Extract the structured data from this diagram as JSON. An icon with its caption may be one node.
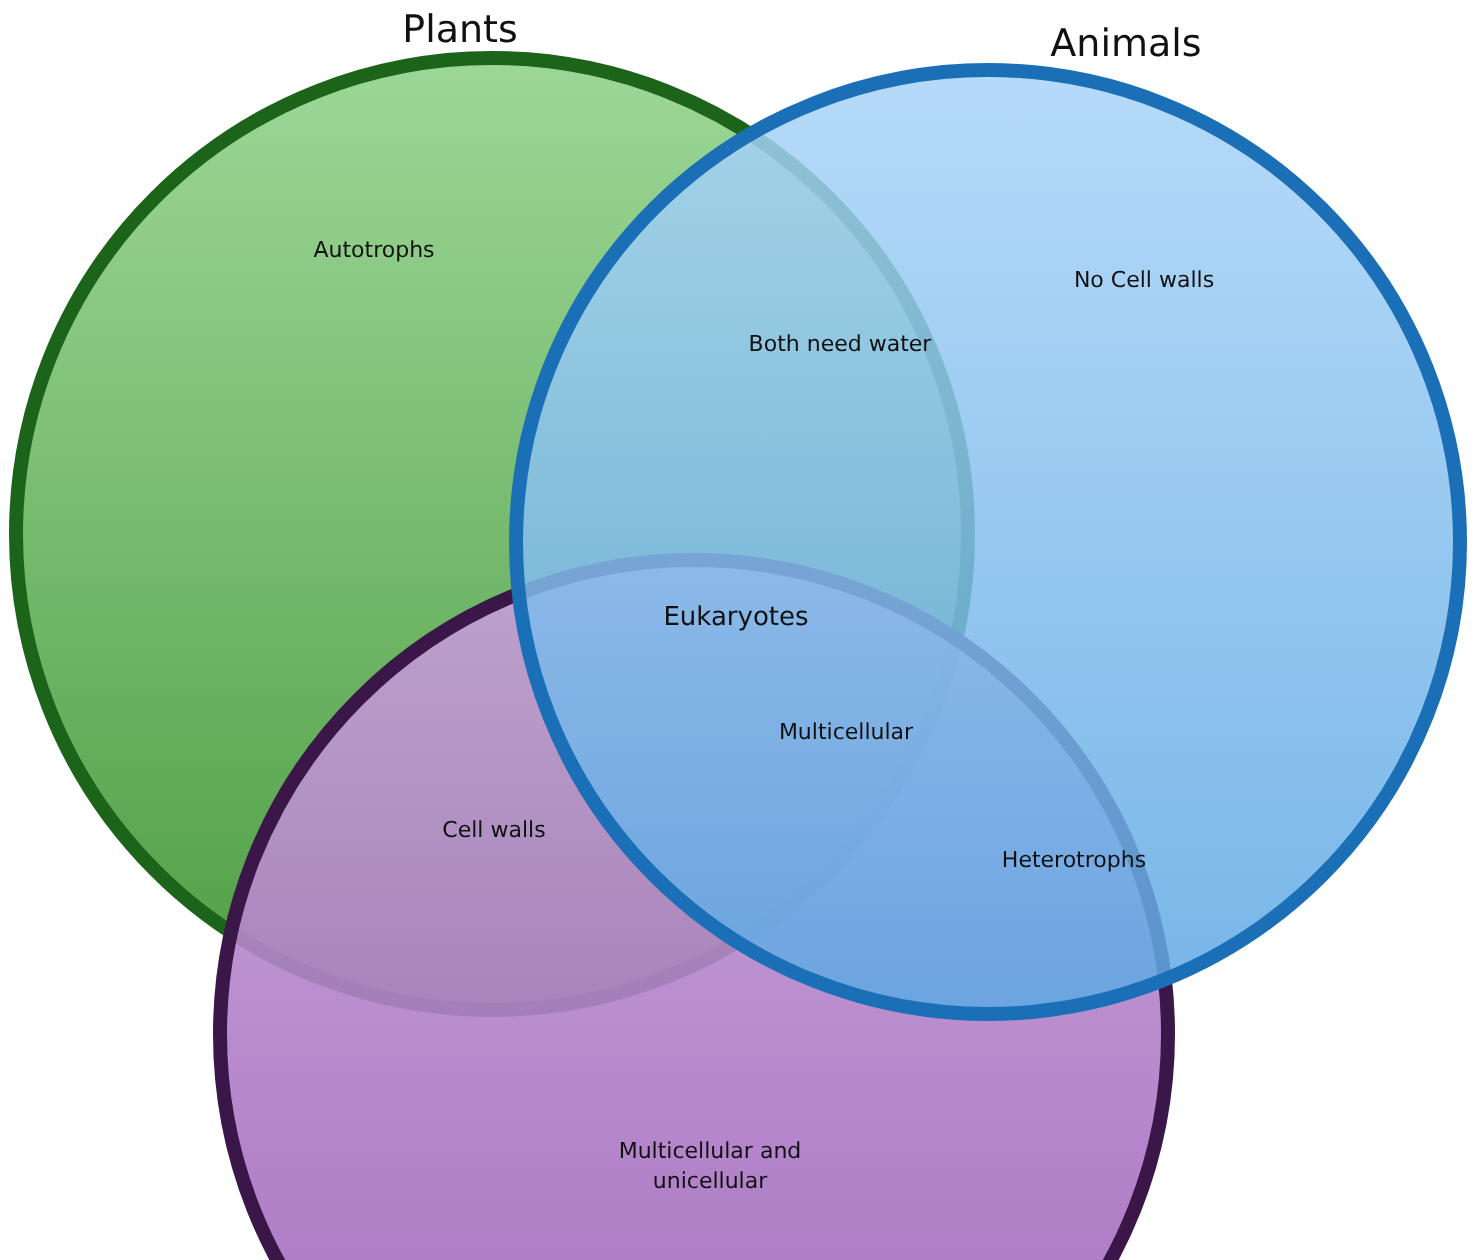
{
  "diagram": {
    "nodes": [
      {
        "text": [
          "Plants",
          "Autotrophs"
        ]
      },
      {
        "text": [
          "Animals",
          "No Cell walls"
        ]
      },
      {
        "text": [
          "Multicellular and unicellular"
        ]
      }
    ],
    "labels": [
      "Both need water",
      "Eukaryotes",
      "Multicellular",
      "Cell walls",
      "Heterotrophs"
    ]
  }
}
